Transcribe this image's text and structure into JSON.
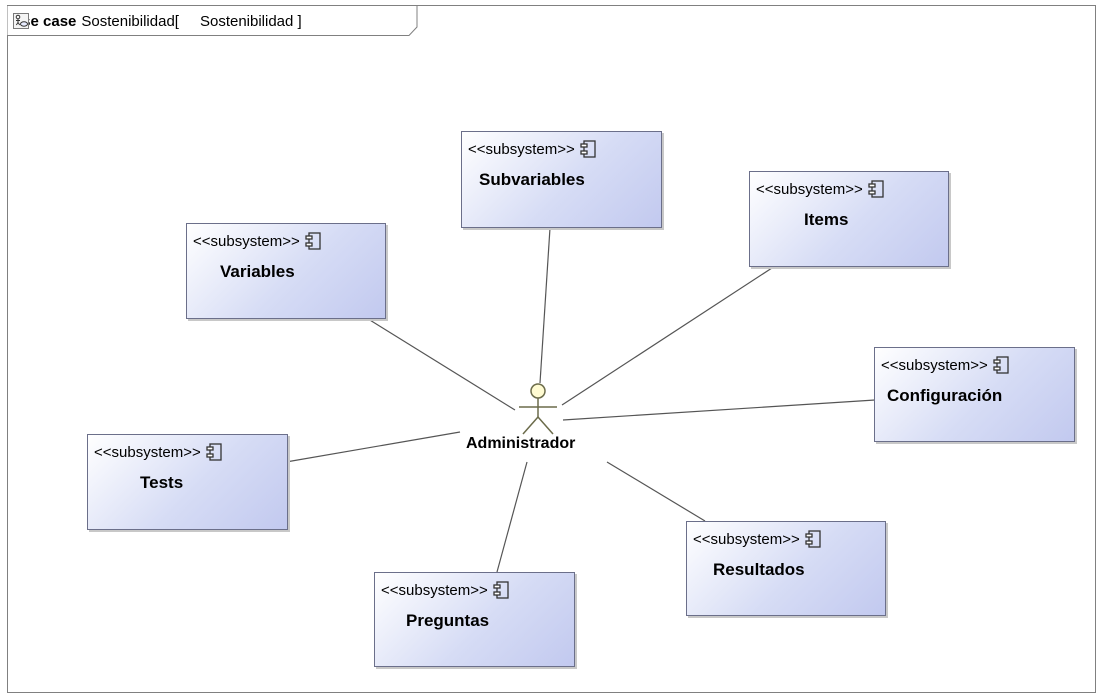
{
  "frame": {
    "keyword": "use case",
    "name": "Sostenibilidad[",
    "diagram_name": "Sostenibilidad ]",
    "icon": "use-case-diagram-icon"
  },
  "actor": {
    "label": "Administrador",
    "icon": "actor-stick-figure-icon"
  },
  "subsystems": [
    {
      "stereotype": "<<subsystem>>",
      "name": "Subvariables",
      "icon": "component-icon"
    },
    {
      "stereotype": "<<subsystem>>",
      "name": "Items",
      "icon": "component-icon"
    },
    {
      "stereotype": "<<subsystem>>",
      "name": "Variables",
      "icon": "component-icon"
    },
    {
      "stereotype": "<<subsystem>>",
      "name": "Configuración",
      "icon": "component-icon"
    },
    {
      "stereotype": "<<subsystem>>",
      "name": "Tests",
      "icon": "component-icon"
    },
    {
      "stereotype": "<<subsystem>>",
      "name": "Resultados",
      "icon": "component-icon"
    },
    {
      "stereotype": "<<subsystem>>",
      "name": "Preguntas",
      "icon": "component-icon"
    }
  ],
  "colors": {
    "box_fill_light": "#ffffff",
    "box_fill_dark": "#c2c9ef",
    "box_border": "#6b6f8a",
    "actor_head": "#fffbd2",
    "line": "#555555"
  }
}
